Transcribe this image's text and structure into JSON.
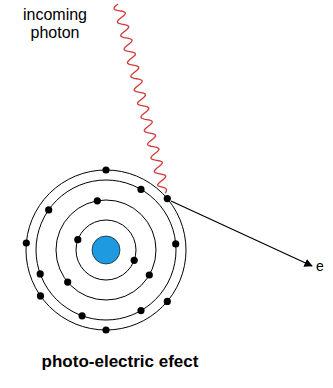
{
  "diagram": {
    "caption": "photo-electric efect",
    "labels": [
      "incoming photon",
      "e"
    ]
  }
}
